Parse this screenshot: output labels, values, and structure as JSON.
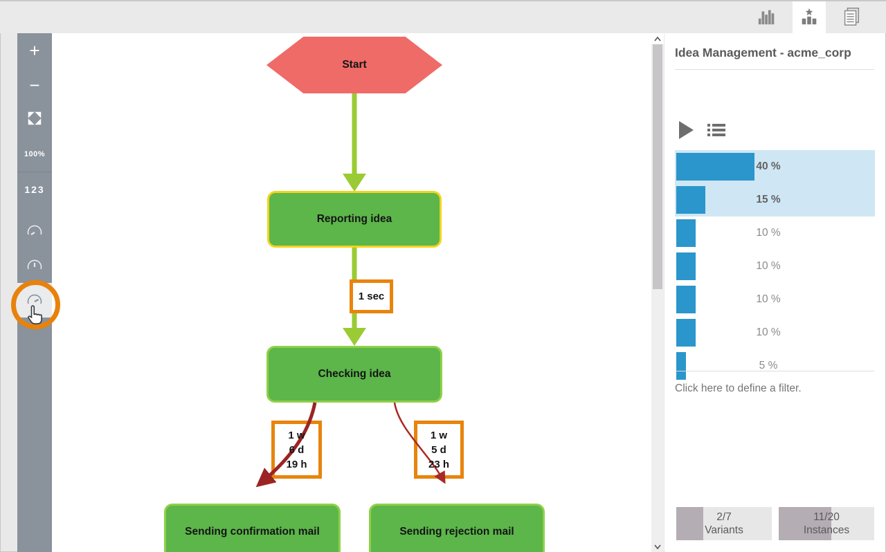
{
  "topbar": {
    "tabs": [
      {
        "id": "charts",
        "icon": "grouped-bar-chart-icon",
        "active": false
      },
      {
        "id": "variants",
        "icon": "star-bar-chart-icon",
        "active": true
      },
      {
        "id": "report",
        "icon": "document-icon",
        "active": false
      }
    ]
  },
  "toolbar": {
    "zoom_in": "+",
    "zoom_out": "−",
    "fit_icon": "expand-arrows-icon",
    "zoom_level": "100%",
    "frequency_label": "123",
    "gauge_icons": [
      "gauge-low-icon",
      "gauge-mid-icon",
      "gauge-high-icon"
    ],
    "highlighted_gauge_index": 2
  },
  "diagram": {
    "nodes": [
      {
        "id": "start",
        "label": "Start",
        "shape": "hexagon",
        "color": "#ee6b68"
      },
      {
        "id": "reporting-idea",
        "label": "Reporting idea",
        "shape": "rounded-rect",
        "color": "#5cb64a",
        "border": "#f2d41c"
      },
      {
        "id": "checking-idea",
        "label": "Checking idea",
        "shape": "rounded-rect",
        "color": "#5cb64a",
        "border": "#8fd047"
      },
      {
        "id": "sending-confirmation-mail",
        "label": "Sending confirmation mail",
        "shape": "rounded-rect",
        "color": "#5cb64a",
        "border": "#8fd047"
      },
      {
        "id": "sending-rejection-mail",
        "label": "Sending rejection mail",
        "shape": "rounded-rect",
        "color": "#5cb64a",
        "border": "#8fd047"
      }
    ],
    "edge_labels": [
      {
        "id": "reporting-to-checking-duration",
        "lines": [
          "1 sec"
        ]
      },
      {
        "id": "checking-to-confirmation-duration",
        "lines": [
          "1 w",
          "6 d",
          "19 h"
        ]
      },
      {
        "id": "checking-to-rejection-duration",
        "lines": [
          "1 w",
          "5 d",
          "23 h"
        ]
      }
    ]
  },
  "panel": {
    "title": "Idea Management - acme_corp",
    "variant_bars": [
      {
        "pct": 40,
        "label": "40 %",
        "selected": true
      },
      {
        "pct": 15,
        "label": "15 %",
        "selected": true
      },
      {
        "pct": 10,
        "label": "10 %",
        "selected": false
      },
      {
        "pct": 10,
        "label": "10 %",
        "selected": false
      },
      {
        "pct": 10,
        "label": "10 %",
        "selected": false
      },
      {
        "pct": 10,
        "label": "10 %",
        "selected": false
      },
      {
        "pct": 5,
        "label": "5 %",
        "selected": false
      }
    ],
    "filter_text": "Click here to define a filter.",
    "footer": {
      "variants": {
        "value": "2/7",
        "label": "Variants",
        "current": 2,
        "total": 7
      },
      "instances": {
        "value": "11/20",
        "label": "Instances",
        "current": 11,
        "total": 20
      }
    }
  },
  "colors": {
    "bar_blue": "#2b96cb",
    "selected_row_bg": "#cfe7f4",
    "node_green": "#5cb64a",
    "node_green_border": "#8fd047",
    "active_node_border": "#f2d41c",
    "edge_green": "#9acb34",
    "edge_red_thick": "#9b2423",
    "edge_red_thin": "#a82a24",
    "duration_box_border": "#e8840d",
    "start_red": "#ee6b68",
    "sidebar_gray": "#8a929b",
    "highlight_ring_orange": "#e8820c",
    "counter_fill": "#b4adb4"
  }
}
